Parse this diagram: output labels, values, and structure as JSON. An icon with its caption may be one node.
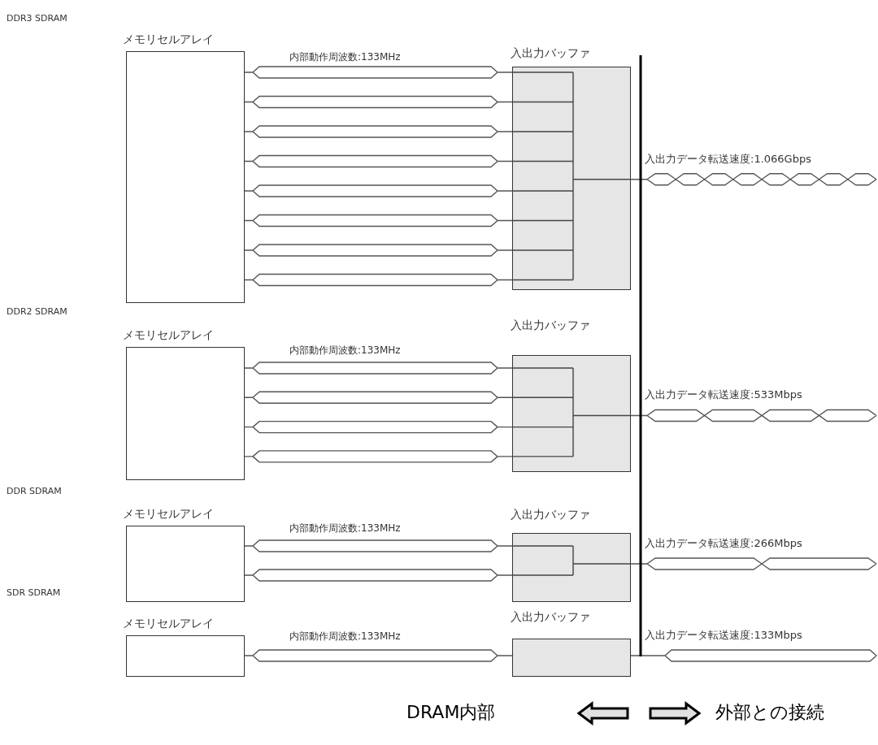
{
  "diagram": {
    "nodes": [
      {
        "text": [
          "メモリセルアレイ"
        ]
      },
      {
        "text": [
          "入出力バッファ"
        ]
      },
      {
        "text": [
          "メモリセルアレイ"
        ]
      },
      {
        "text": [
          "入出力バッファ"
        ]
      },
      {
        "text": [
          "メモリセルアレイ"
        ]
      },
      {
        "text": [
          "入出力バッファ"
        ]
      },
      {
        "text": [
          "メモリセルアレイ"
        ]
      },
      {
        "text": [
          "入出力バッファ"
        ]
      }
    ],
    "edges": [
      {
        "from": 0,
        "to": 1,
        "arrow": "none",
        "label": "内部動作周波数:133MHz"
      },
      {
        "from": 0,
        "to": 1,
        "arrow": "none"
      },
      {
        "from": 0,
        "to": 1,
        "arrow": "none"
      },
      {
        "from": 0,
        "to": 1,
        "arrow": "none"
      },
      {
        "from": 0,
        "to": 1,
        "arrow": "none"
      },
      {
        "from": 0,
        "to": 1,
        "arrow": "none"
      },
      {
        "from": 0,
        "to": 1,
        "arrow": "none"
      },
      {
        "from": 0,
        "to": 1,
        "arrow": "none"
      },
      {
        "from": 1,
        "to": null,
        "arrow": "none",
        "label": "入出力データ転送速度:1.066Gbps"
      },
      {
        "from": 2,
        "to": 3,
        "arrow": "none",
        "label": "内部動作周波数:133MHz"
      },
      {
        "from": 2,
        "to": 3,
        "arrow": "none"
      },
      {
        "from": 2,
        "to": 3,
        "arrow": "none"
      },
      {
        "from": 2,
        "to": 3,
        "arrow": "none"
      },
      {
        "from": 3,
        "to": null,
        "arrow": "none",
        "label": "入出力データ転送速度:533Mbps"
      },
      {
        "from": 4,
        "to": 5,
        "arrow": "none",
        "label": "内部動作周波数:133MHz"
      },
      {
        "from": 4,
        "to": 5,
        "arrow": "none"
      },
      {
        "from": 5,
        "to": null,
        "arrow": "none",
        "label": "入出力データ転送速度:266Mbps"
      },
      {
        "from": 6,
        "to": 7,
        "arrow": "none",
        "label": "内部動作周波数:133MHz"
      },
      {
        "from": 7,
        "to": null,
        "arrow": "none",
        "label": "入出力データ転送速度:133Mbps"
      }
    ],
    "labels": [
      "DDR3 SDRAM",
      "DDR2 SDRAM",
      "DDR SDRAM",
      "SDR SDRAM",
      "DRAM内部",
      "外部との接続"
    ]
  }
}
